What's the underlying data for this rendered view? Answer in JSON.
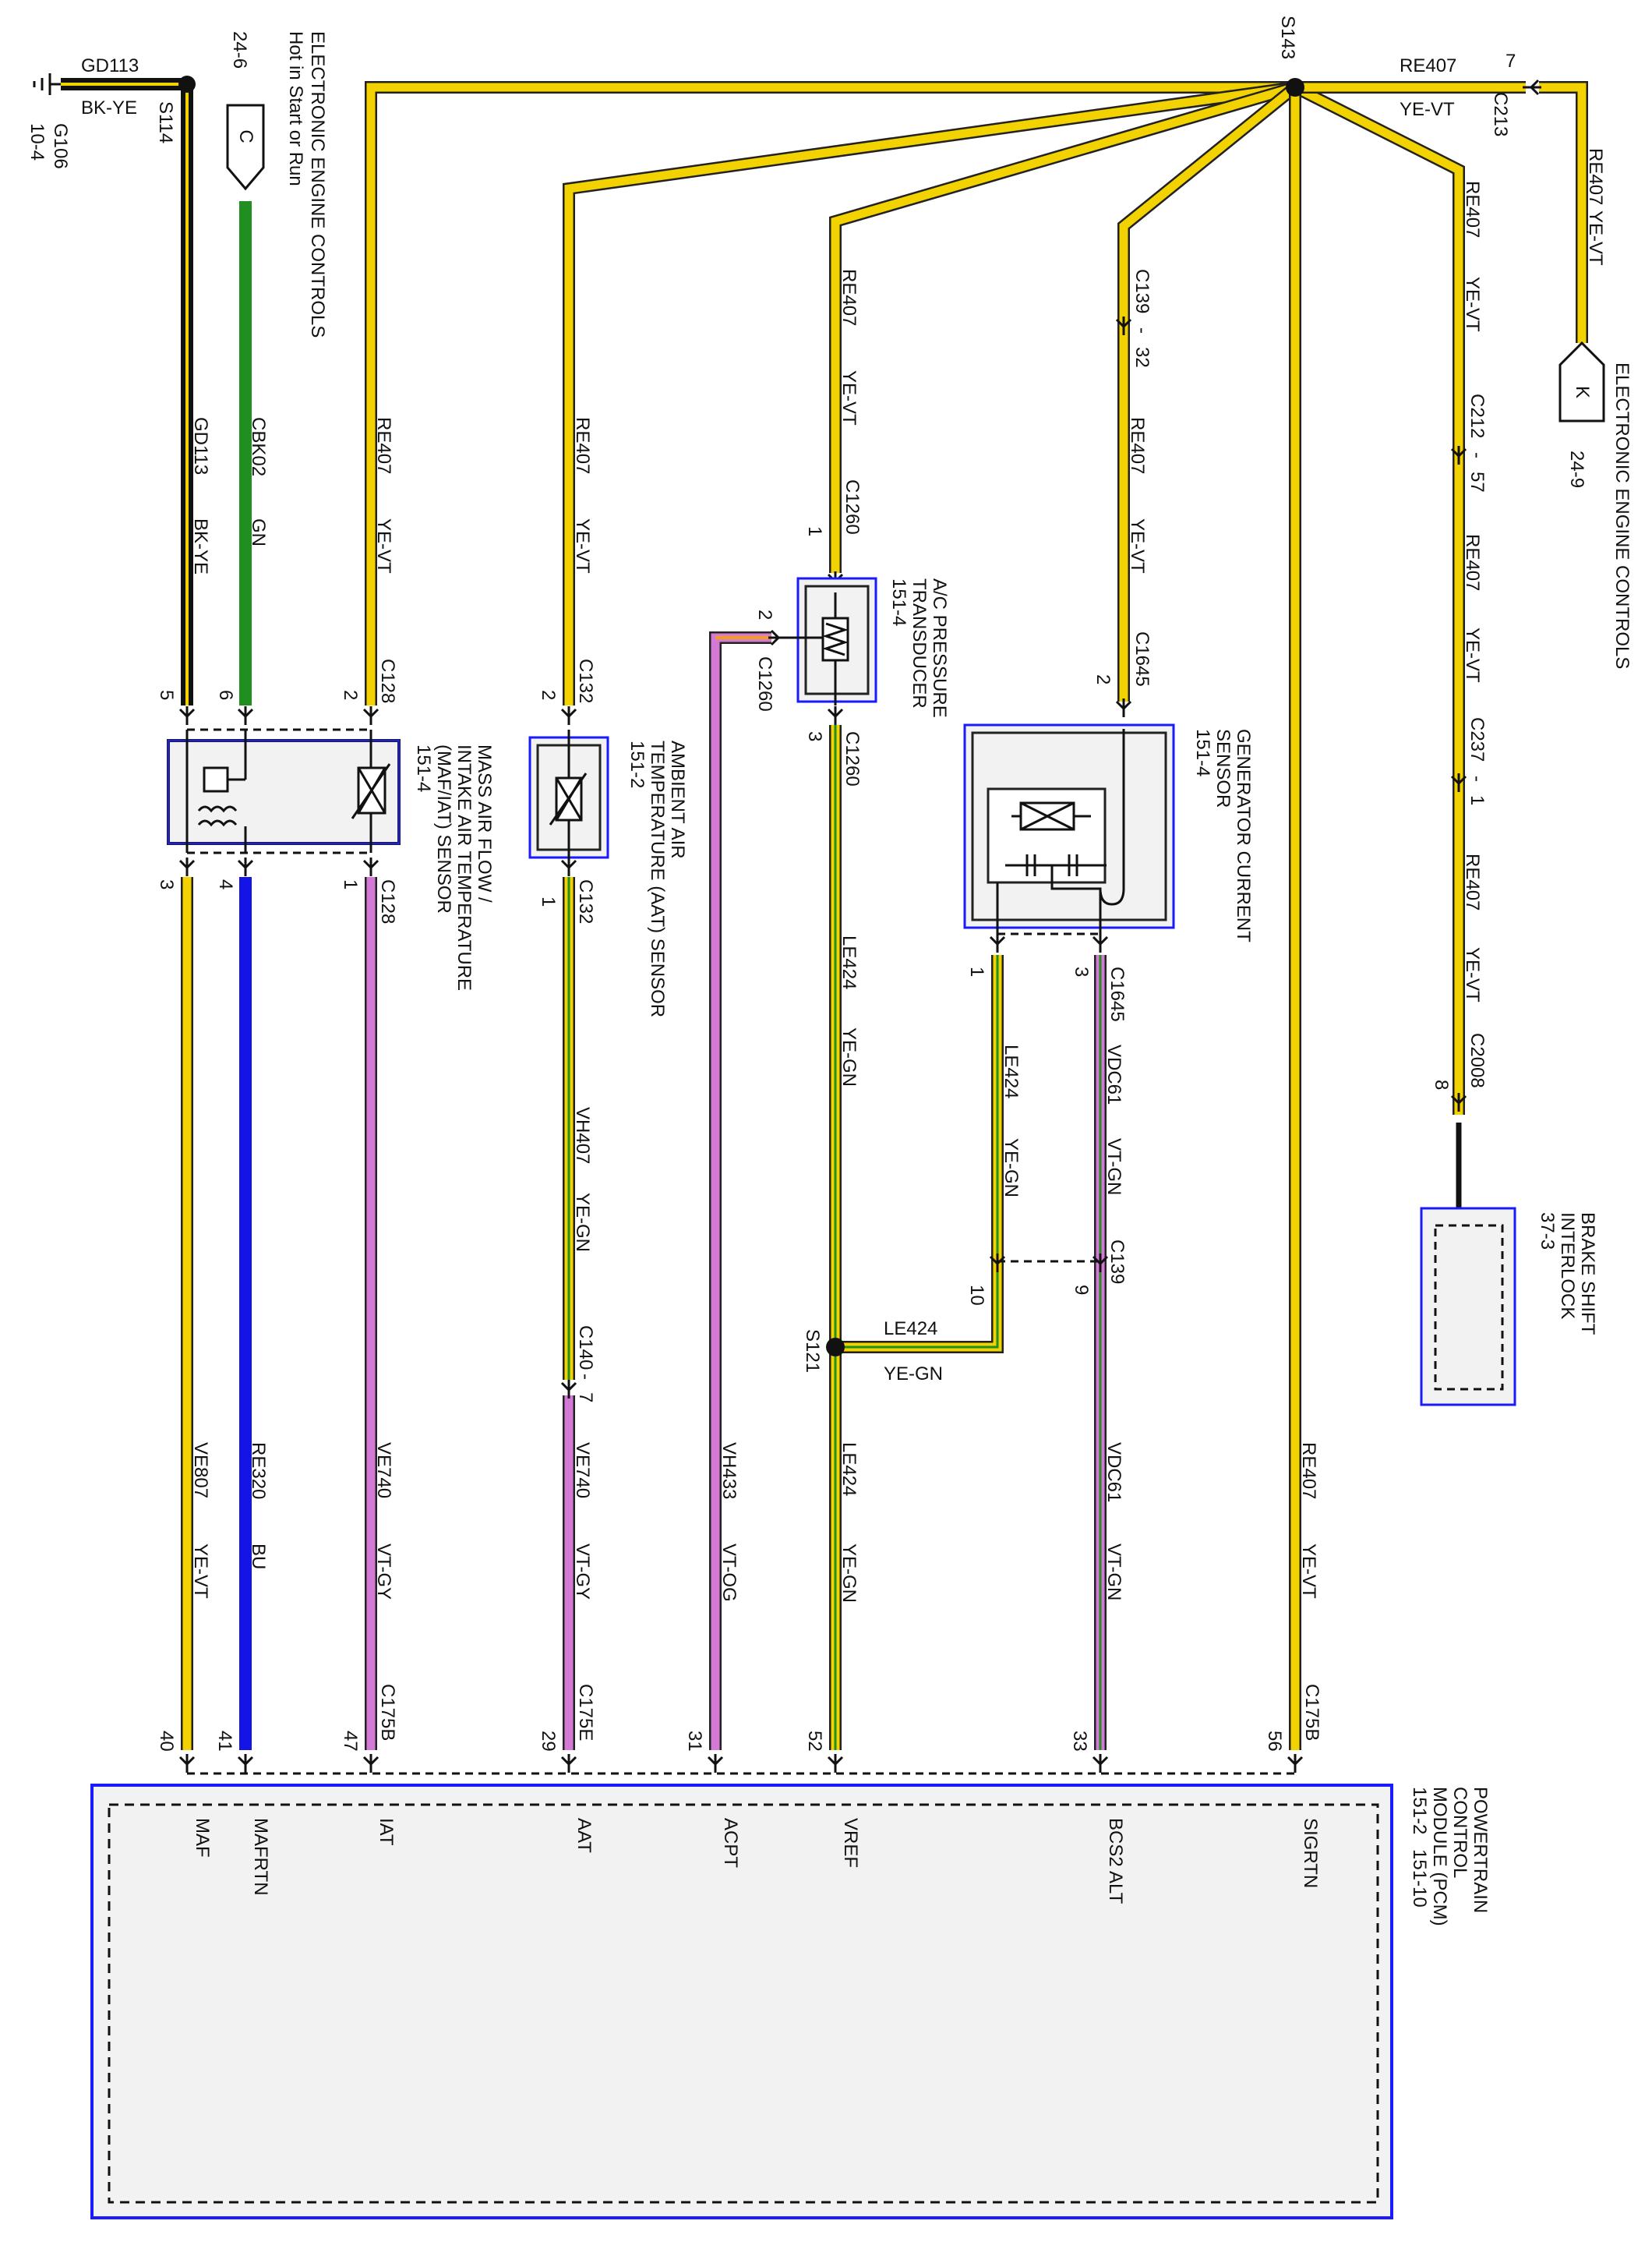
{
  "colors": {
    "YE": "#f2d200",
    "VT": "#d47ad6",
    "GN": "#1f8f1f",
    "BK": "#111111",
    "BU": "#1414e6",
    "OG": "#f09a3a",
    "GY": "#9a9a9a",
    "module_border": "#1a1aff",
    "module_fill": "#f2f2f2"
  },
  "ground": {
    "splice": "S114",
    "wire": "GD113",
    "color": "BK-YE",
    "id": "G106",
    "ref": "10-4"
  },
  "c_connector": {
    "letter": "C",
    "ref": "24-6",
    "label1": "ELECTRONIC ENGINE CONTROLS",
    "label2": "Hot in Start or Run"
  },
  "k_connector": {
    "letter": "K",
    "ref": "24-9",
    "label": "ELECTRONIC ENGINE CONTROLS"
  },
  "splices": {
    "s143": "S143",
    "s121": "S121"
  },
  "c213": {
    "conn": "C213",
    "pin": "7",
    "wire": "RE407",
    "color": "YE-VT"
  },
  "k_wire": {
    "wire": "RE407",
    "color": "YE-VT"
  },
  "right_branch": {
    "seg1": {
      "wire": "RE407",
      "color": "YE-VT"
    },
    "c212": "C212",
    "c212_pin": "57",
    "seg2": {
      "wire": "RE407",
      "color": "YE-VT"
    },
    "c237": "C237",
    "c237_pin": "1",
    "seg3": {
      "wire": "RE407",
      "color": "YE-VT"
    },
    "c2008": "C2008",
    "c2008_pin": "8"
  },
  "brake_shift": {
    "line1": "BRAKE SHIFT",
    "line2": "INTERLOCK",
    "ref": "37-3"
  },
  "maf": {
    "line1": "MASS AIR FLOW /",
    "line2": "INTAKE AIR TEMPERATURE",
    "line3": "(MAF/IAT) SENSOR",
    "ref": "151-4",
    "top_conn": "C128",
    "bot_conn": "C128",
    "pin_5": "5",
    "pin_6": "6",
    "pin_2": "2",
    "pin_3": "3",
    "pin_4": "4",
    "pin_1": "1",
    "w_gd113": {
      "wire": "GD113",
      "color": "BK-YE"
    },
    "w_cbk02": {
      "wire": "CBK02",
      "color": "GN"
    },
    "w_re407": {
      "wire": "RE407",
      "color": "YE-VT"
    }
  },
  "aat": {
    "line1": "AMBIENT AIR",
    "line2": "TEMPERATURE (AAT) SENSOR",
    "ref": "151-2",
    "top_conn": "C132",
    "bot_conn": "C132",
    "pin_top": "2",
    "pin_bot": "1",
    "w_top": {
      "wire": "RE407",
      "color": "YE-VT"
    },
    "w_mid": {
      "wire": "VH407",
      "color": "YE-GN"
    },
    "c140": "C140",
    "c140_pin": "7"
  },
  "acp": {
    "line1": "A/C PRESSURE",
    "line2": "TRANSDUCER",
    "ref": "151-4",
    "conn": "C1260",
    "conn_side": "C1260",
    "conn_bot": "C1260",
    "pin_1": "1",
    "pin_2": "2",
    "pin_3": "3",
    "w_top": {
      "wire": "RE407",
      "color": "YE-VT"
    },
    "w_mid": {
      "wire": "LE424",
      "color": "YE-GN"
    }
  },
  "gcs": {
    "line1": "GENERATOR CURRENT",
    "line2": "SENSOR",
    "ref": "151-4",
    "c139_top": "C139",
    "c139_top_pin": "32",
    "w_top": {
      "wire": "RE407",
      "color": "YE-VT"
    },
    "top_conn": "C1645",
    "pin_2": "2",
    "pin_1": "1",
    "pin_3": "3",
    "bot_conn": "C1645",
    "w_le": {
      "wire": "LE424",
      "color": "YE-GN"
    },
    "w_vdc": {
      "wire": "VDC61",
      "color": "VT-GN"
    },
    "c139": "C139",
    "c139_pin10": "10",
    "c139_pin9": "9",
    "w_s121": {
      "wire": "LE424",
      "color": "YE-GN"
    }
  },
  "lower_wires": {
    "ve807": {
      "wire": "VE807",
      "color": "YE-VT"
    },
    "re320": {
      "wire": "RE320",
      "color": "BU"
    },
    "ve740a": {
      "wire": "VE740",
      "color": "VT-GY"
    },
    "ve740b": {
      "wire": "VE740",
      "color": "VT-GY"
    },
    "vh433": {
      "wire": "VH433",
      "color": "VT-OG"
    },
    "le424": {
      "wire": "LE424",
      "color": "YE-GN"
    },
    "vdc61": {
      "wire": "VDC61",
      "color": "VT-GN"
    },
    "re407": {
      "wire": "RE407",
      "color": "YE-VT"
    }
  },
  "pcm": {
    "line1": "POWERTRAIN",
    "line2": "CONTROL",
    "line3": "MODULE (PCM)",
    "ref1": "151-2",
    "ref2": "151-10",
    "c175b_a": "C175B",
    "c175e": "C175E",
    "c175b_b": "C175B",
    "pins": [
      {
        "pin": "40",
        "name": "MAF"
      },
      {
        "pin": "41",
        "name": "MAFRTN"
      },
      {
        "pin": "47",
        "name": "IAT"
      },
      {
        "pin": "29",
        "name": "AAT"
      },
      {
        "pin": "31",
        "name": "ACPT"
      },
      {
        "pin": "52",
        "name": "VREF"
      },
      {
        "pin": "33",
        "name": "BCS2 ALT"
      },
      {
        "pin": "56",
        "name": "SIGRTN"
      }
    ]
  }
}
